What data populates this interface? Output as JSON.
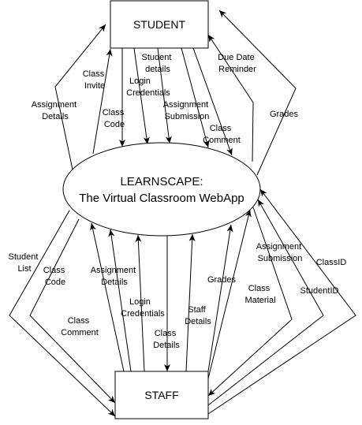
{
  "entities": {
    "student": "STUDENT",
    "staff": "STAFF"
  },
  "process": {
    "line1": "LEARNSCAPE:",
    "line2": "The Virtual Classroom WebApp"
  },
  "flows": {
    "student_side": {
      "assignment_details": [
        "Assignment",
        "Details"
      ],
      "class_invite": [
        "Class",
        "Invite"
      ],
      "class_code": [
        "Class",
        "Code"
      ],
      "login_credentials": [
        "Login",
        "Credentials"
      ],
      "student_details": [
        "Student",
        "details"
      ],
      "assignment_submission": [
        "Assignment",
        "Submission"
      ],
      "class_comment": [
        "Class",
        "Comment"
      ],
      "due_date_reminder": [
        "Due Date",
        "Reminder"
      ],
      "grades": [
        "Grades"
      ]
    },
    "staff_side": {
      "student_list": [
        "Student",
        "List"
      ],
      "class_code": [
        "Class",
        "Code"
      ],
      "class_comment": [
        "Class",
        "Comment"
      ],
      "assignment_details": [
        "Assignment",
        "Details"
      ],
      "login_credentials": [
        "Login",
        "Credentials"
      ],
      "class_details": [
        "Class",
        "Details"
      ],
      "staff_details": [
        "Staff",
        "Details"
      ],
      "grades": [
        "Grades"
      ],
      "class_material": [
        "Class",
        "Material"
      ],
      "assignment_submission": [
        "Assignment",
        "Submission"
      ],
      "student_id": [
        "StudentID"
      ],
      "class_id": [
        "ClassID"
      ]
    }
  },
  "colors": {
    "stroke": "#000000",
    "fill": "#ffffff",
    "text": "#000000"
  }
}
